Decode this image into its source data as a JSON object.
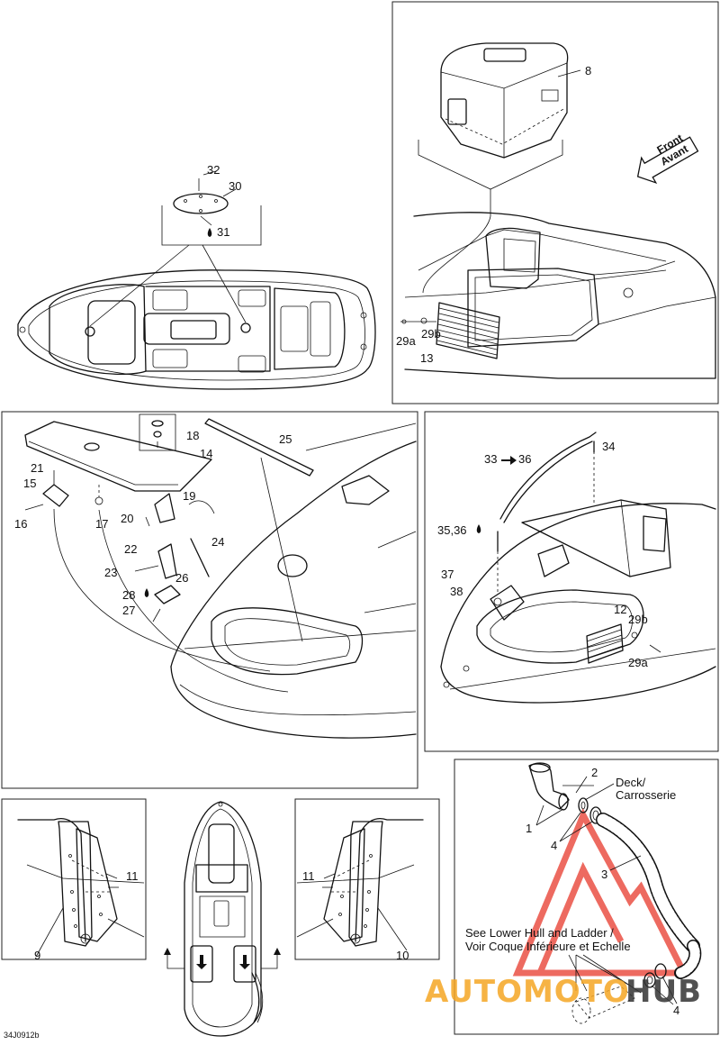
{
  "diagram": {
    "code": "34J0912b",
    "callouts": {
      "c1": "1",
      "c2": "2",
      "c3": "3",
      "c4a": "4",
      "c4b": "4",
      "c8": "8",
      "c9": "9",
      "c10": "10",
      "c11a": "11",
      "c11b": "11",
      "c12": "12",
      "c13": "13",
      "c14": "14",
      "c15": "15",
      "c16": "16",
      "c17": "17",
      "c18": "18",
      "c19": "19",
      "c20": "20",
      "c21": "21",
      "c22": "22",
      "c23": "23",
      "c24": "24",
      "c25": "25",
      "c26": "26",
      "c27": "27",
      "c28": "28",
      "c29a": "29a",
      "c29b": "29b",
      "c29a2": "29a",
      "c29b2": "29b",
      "c30": "30",
      "c31": "31",
      "c32": "32",
      "c33": "33",
      "c36": "36",
      "c34": "34",
      "c3536": "35,36",
      "c37": "37",
      "c38": "38"
    },
    "front_arrow": {
      "line1": "Front",
      "line2": "Avant"
    },
    "deck_label": {
      "line1": "Deck/",
      "line2": "Carrosserie"
    },
    "note": {
      "line1": "See Lower Hull and Ladder /",
      "line2": "Voir Coque Inférieure et Echelle"
    },
    "watermark": {
      "part1": "AUTOMOTO",
      "part2": "HUB"
    }
  },
  "colors": {
    "line": "#111111",
    "watermark_orange": "#f5a623",
    "watermark_dark": "#333333",
    "watermark_red": "#e8392b"
  }
}
